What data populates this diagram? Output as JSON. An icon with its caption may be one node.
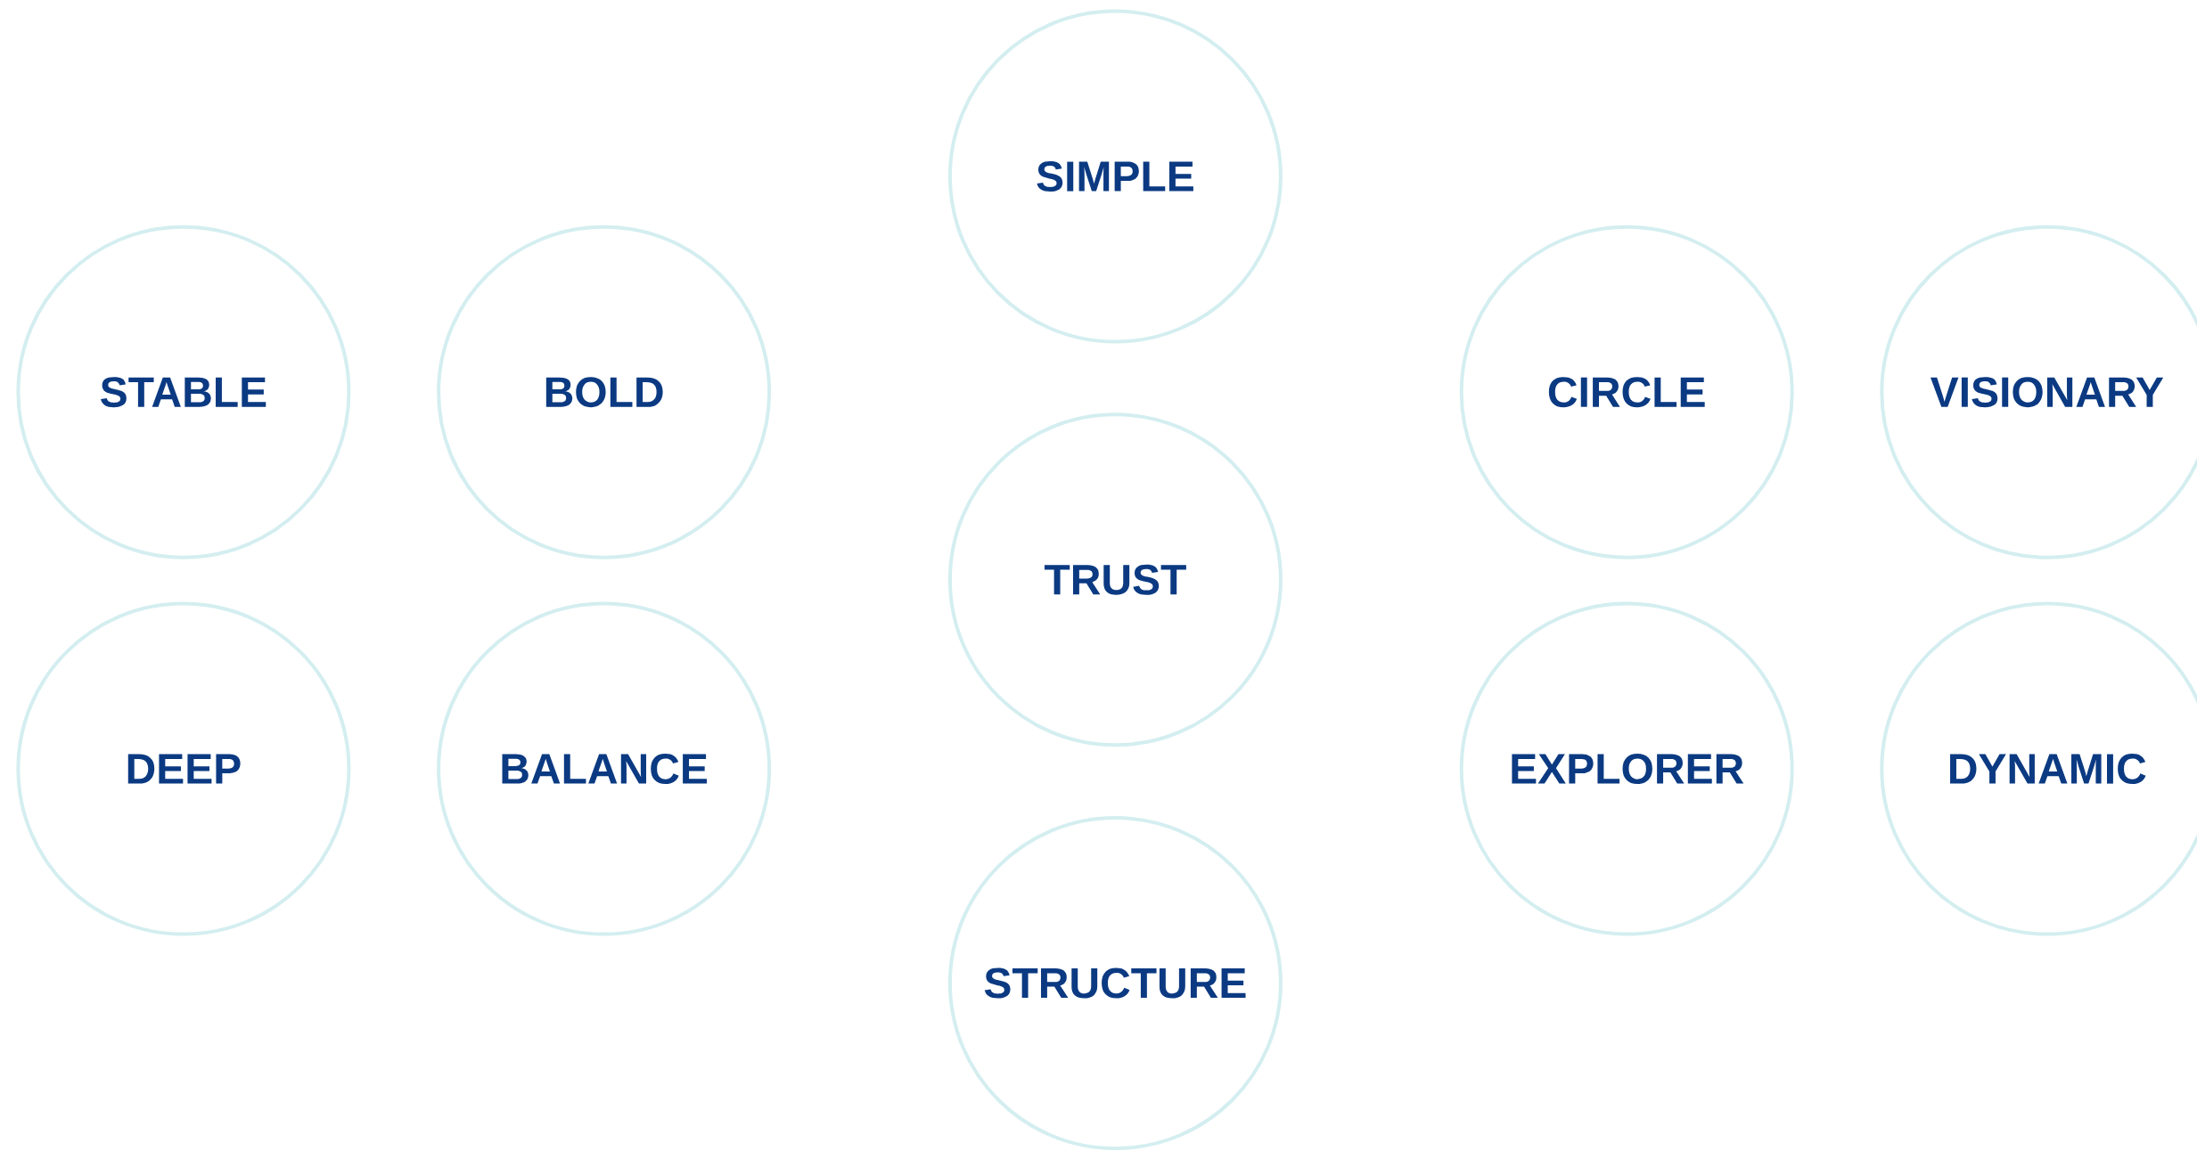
{
  "diagram": {
    "nodes": [
      {
        "text": [
          "SIMPLE"
        ]
      },
      {
        "text": [
          "STABLE"
        ]
      },
      {
        "text": [
          "BOLD"
        ]
      },
      {
        "text": [
          "CIRCLE"
        ]
      },
      {
        "text": [
          "VISIONARY"
        ]
      },
      {
        "text": [
          "TRUST"
        ]
      },
      {
        "text": [
          "DEEP"
        ]
      },
      {
        "text": [
          "BALANCE"
        ]
      },
      {
        "text": [
          "EXPLORER"
        ]
      },
      {
        "text": [
          "DYNAMIC"
        ]
      },
      {
        "text": [
          "STRUCTURE"
        ]
      }
    ]
  }
}
